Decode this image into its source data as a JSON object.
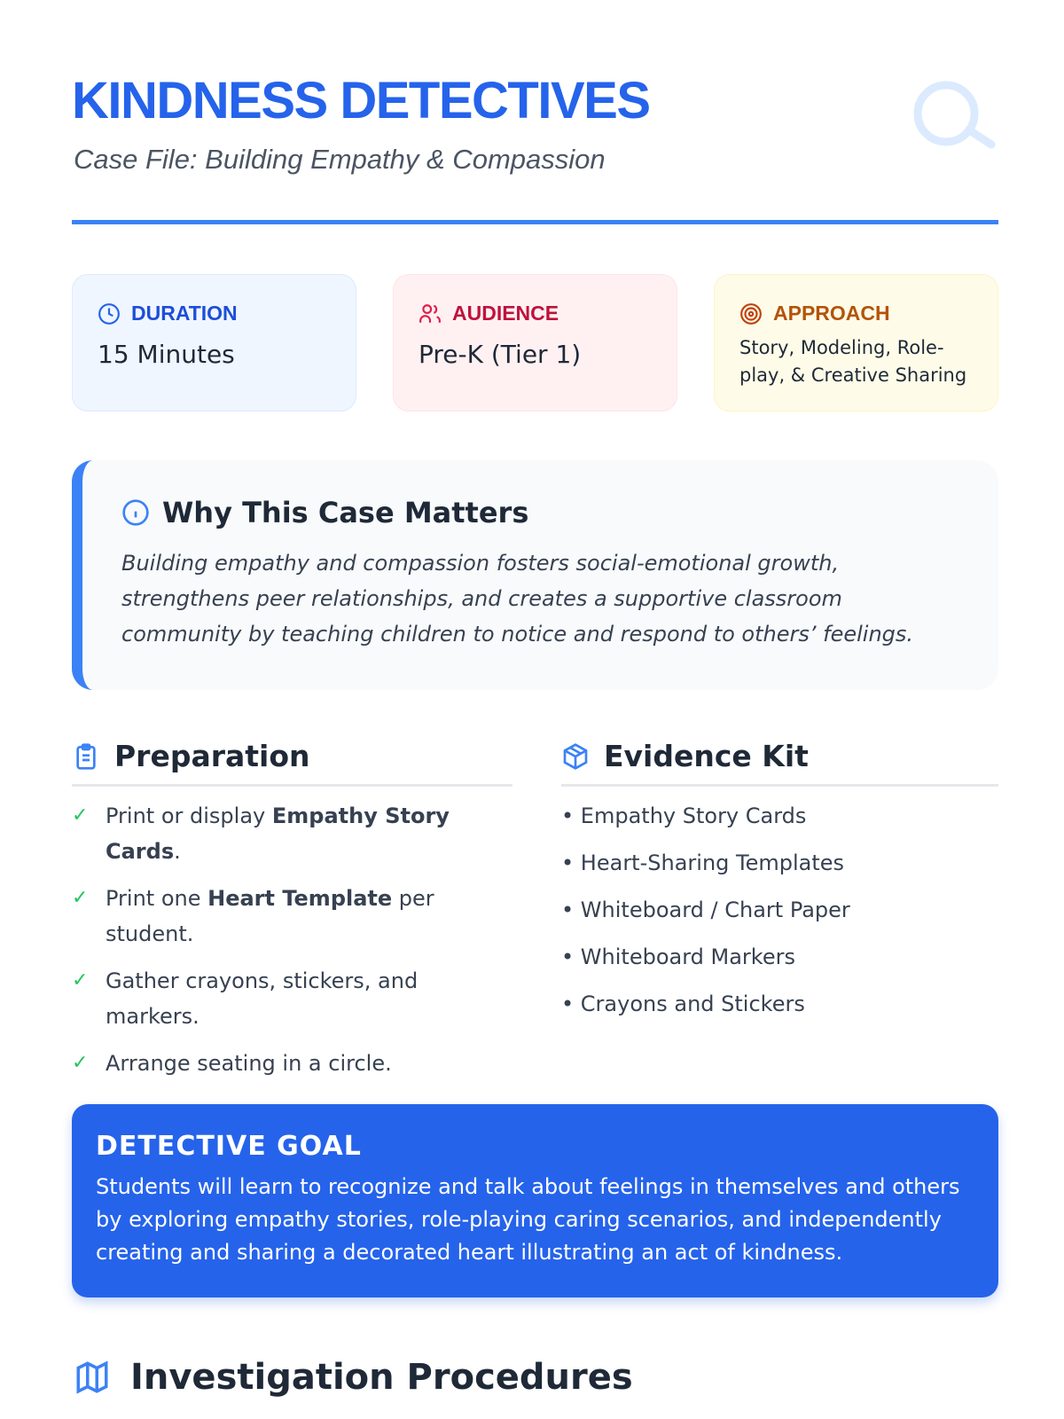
{
  "header": {
    "title": "KINDNESS DETECTIVES",
    "subtitle": "Case File: Building Empathy & Compassion"
  },
  "cards": [
    {
      "label": "DURATION",
      "value": "15 Minutes",
      "color": "#1d4ed8"
    },
    {
      "label": "AUDIENCE",
      "value": "Pre-K (Tier 1)",
      "color": "#be123c"
    },
    {
      "label": "APPROACH",
      "value": "Story, Modeling, Role-play, & Creative Sharing",
      "color": "#b45309"
    }
  ],
  "why": {
    "title": "Why This Case Matters",
    "text": "Building empathy and compassion fosters social-emotional growth, strengthens peer relationships, and creates a supportive classroom community by teaching children to notice and respond to others’ feelings."
  },
  "preparation": {
    "title": "Preparation",
    "items": [
      {
        "pre": "Print or display ",
        "bold": "Empathy Story Cards",
        "post": "."
      },
      {
        "pre": "Print one ",
        "bold": "Heart Template",
        "post": " per student."
      },
      {
        "pre": "Gather crayons, stickers, and markers.",
        "bold": "",
        "post": ""
      },
      {
        "pre": "Arrange seating in a circle.",
        "bold": "",
        "post": ""
      }
    ]
  },
  "kit": {
    "title": "Evidence Kit",
    "items": [
      "Empathy Story Cards",
      "Heart-Sharing Templates",
      "Whiteboard / Chart Paper",
      "Whiteboard Markers",
      "Crayons and Stickers"
    ]
  },
  "goal": {
    "title": "DETECTIVE GOAL",
    "text": "Students will learn to recognize and talk about feelings in themselves and others by exploring empathy stories, role-playing caring scenarios, and independently creating and sharing a decorated heart illustrating an act of kindness."
  },
  "procedures": {
    "title": "Investigation Procedures"
  }
}
